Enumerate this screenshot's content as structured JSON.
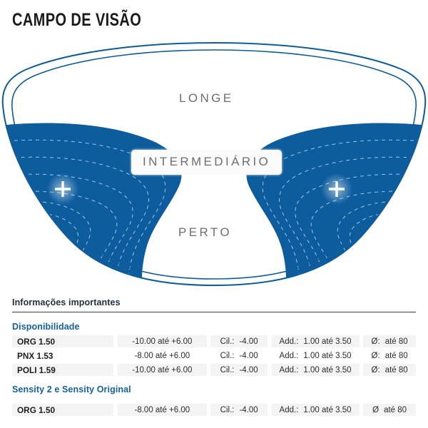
{
  "title": "CAMPO DE VISÃO",
  "diagram": {
    "name": "progressive-lens-field-of-vision",
    "zones": {
      "far": "LONGE",
      "intermediate": "INTERMEDIÁRIO",
      "near": "PERTO"
    },
    "marker": "+",
    "colors": {
      "blur_zone": "#0d5d9e",
      "outline": "#0f5b96",
      "clear_zone": "#ffffff",
      "label_text": "#6e6e70"
    }
  },
  "info": {
    "heading": "Informações importantes",
    "groups": [
      {
        "heading": "Disponibilidade",
        "rows": [
          {
            "name": "ORG 1.50",
            "esferico": "-10.00 até +6.00",
            "cil_label": "Cil.:",
            "cil_value": "-4.00",
            "add_label": "Add.:",
            "add_value": "1.00 até 3.50",
            "dia_label": "Ø:",
            "dia_value": "até 80",
            "shaded": true
          },
          {
            "name": "PNX 1.53",
            "esferico": "-8.00 até +6.00",
            "cil_label": "Cil.:",
            "cil_value": "-4.00",
            "add_label": "Add.:",
            "add_value": "1.00 até 3.50",
            "dia_label": "Ø:",
            "dia_value": "até 80",
            "shaded": false
          },
          {
            "name": "POLI 1.59",
            "esferico": "-10.00 até +6.00",
            "cil_label": "Cil.:",
            "cil_value": "-4.00",
            "add_label": "Add.:",
            "add_value": "1.00 até 3.50",
            "dia_label": "Ø:",
            "dia_value": "até 80",
            "shaded": true
          }
        ]
      },
      {
        "heading": "Sensity 2 e Sensity Original",
        "rows": [
          {
            "name": "ORG 1.50",
            "esferico": "-8.00 até +6.00",
            "cil_label": "Cil.:",
            "cil_value": "-4.00",
            "add_label": "Add.:",
            "add_value": "1.00 até 3.50",
            "dia_label": "Ø",
            "dia_value": "até 80",
            "shaded": true
          }
        ]
      }
    ]
  },
  "colors": {
    "accent_blue": "#15619f",
    "heading_dark": "#22303f",
    "row_shade": "#f4f4f4",
    "rule": "#3c3c3c"
  }
}
